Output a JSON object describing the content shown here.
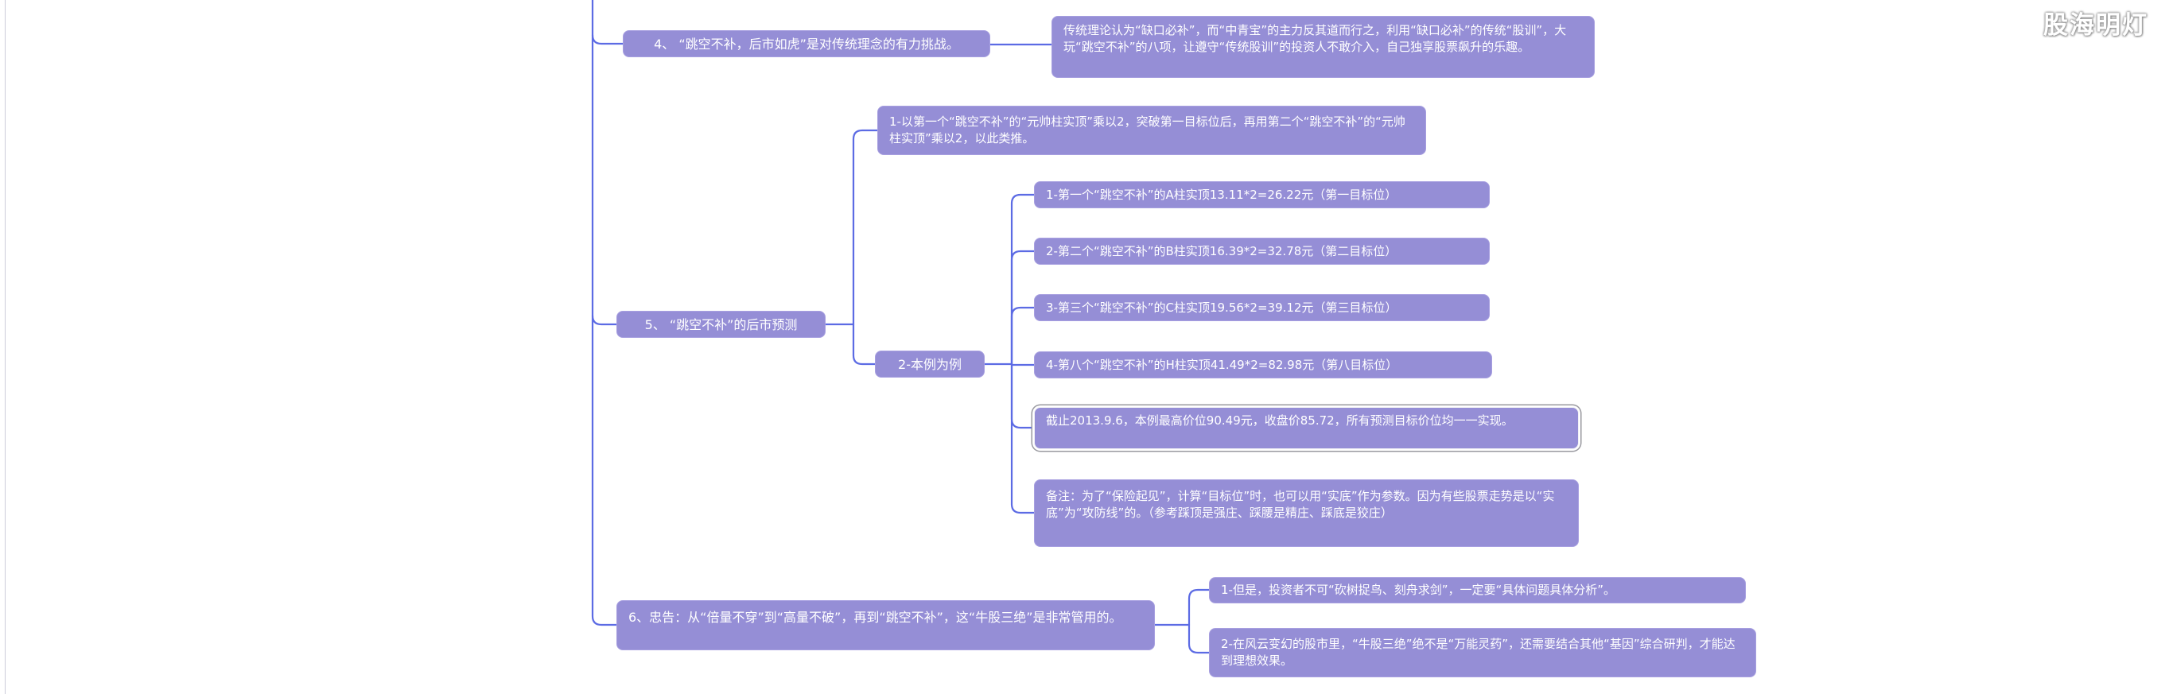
{
  "watermark": {
    "label": "股海明灯"
  },
  "colors": {
    "canvas_bg": "#ffffff",
    "node_fill": "#958ed6",
    "node_border": "#a79fe0",
    "node_text": "#ffffff",
    "connector": "#5c6be4",
    "selection_ring": "#98989f"
  },
  "mindmap": {
    "branches": [
      {
        "label": "4、 “跳空不补，后市如虎”是对传统理念的有力挑战。",
        "children": [
          {
            "label": "传统理论认为“缺口必补”，而“中青宝”的主力反其道而行之，利用“缺口必补”的传统“股训”，大玩“跳空不补”的八项，让遵守“传统股训”的投资人不敢介入，自己独享股票飙升的乐趣。"
          }
        ]
      },
      {
        "label": "5、 “跳空不补”的后市预测",
        "children": [
          {
            "label": "1-以第一个“跳空不补”的“元帅柱实顶”乘以2，突破第一目标位后，再用第二个“跳空不补”的“元帅柱实顶”乘以2，以此类推。"
          },
          {
            "label": "2-本例为例",
            "children": [
              {
                "label": "1-第一个“跳空不补”的A柱实顶13.11*2=26.22元（第一目标位）"
              },
              {
                "label": "2-第二个“跳空不补”的B柱实顶16.39*2=32.78元（第二目标位）"
              },
              {
                "label": "3-第三个“跳空不补”的C柱实顶19.56*2=39.12元（第三目标位）"
              },
              {
                "label": "4-第八个“跳空不补”的H柱实顶41.49*2=82.98元（第八目标位）"
              },
              {
                "label": "截止2013.9.6，本例最高价位90.49元，收盘价85.72，所有预测目标价位均一一实现。",
                "selected": true
              },
              {
                "label": "备注：为了“保险起见”，计算“目标位”时，也可以用“实底”作为参数。因为有些股票走势是以“实底”为“攻防线”的。（参考踩顶是强庄、踩腰是精庄、踩底是狡庄）"
              }
            ]
          }
        ]
      },
      {
        "label": "6、忠告：从“倍量不穿”到“高量不破”，再到“跳空不补”，这“牛股三绝”是非常管用的。",
        "children": [
          {
            "label": "1-但是，投资者不可“砍树捉鸟、刻舟求剑”，一定要“具体问题具体分析”。"
          },
          {
            "label": "2-在风云变幻的股市里，“牛股三绝”绝不是“万能灵药”，还需要结合其他“基因”综合研判，才能达到理想效果。"
          }
        ]
      }
    ]
  }
}
